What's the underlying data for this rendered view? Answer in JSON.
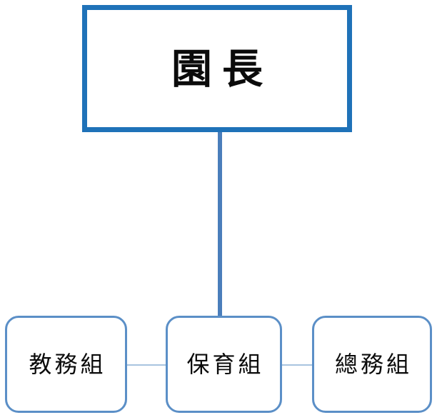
{
  "chart_data": {
    "type": "diagram",
    "diagram_type": "organization-chart",
    "title": "",
    "orientation": "top-down",
    "nodes": [
      {
        "id": "root",
        "label": "園長",
        "level": 0
      },
      {
        "id": "dept-academic",
        "label": "教務組",
        "level": 1
      },
      {
        "id": "dept-childcare",
        "label": "保育組",
        "level": 1
      },
      {
        "id": "dept-general",
        "label": "總務組",
        "level": 1
      }
    ],
    "edges": [
      {
        "from": "root",
        "to": "dept-childcare",
        "style": "vertical-thick"
      },
      {
        "from": "dept-academic",
        "to": "dept-childcare",
        "style": "horizontal-thin"
      },
      {
        "from": "dept-childcare",
        "to": "dept-general",
        "style": "horizontal-thin"
      }
    ]
  },
  "root": {
    "label": "園長"
  },
  "departments": [
    {
      "label": "教務組"
    },
    {
      "label": "保育組"
    },
    {
      "label": "總務組"
    }
  ],
  "colors": {
    "root_border": "#1F72B8",
    "dept_border": "#5B8FC7",
    "trunk_connector": "#4A7EBB",
    "sibling_connector": "#A8C4E0",
    "text": "#0b0b0b",
    "background": "#ffffff"
  }
}
